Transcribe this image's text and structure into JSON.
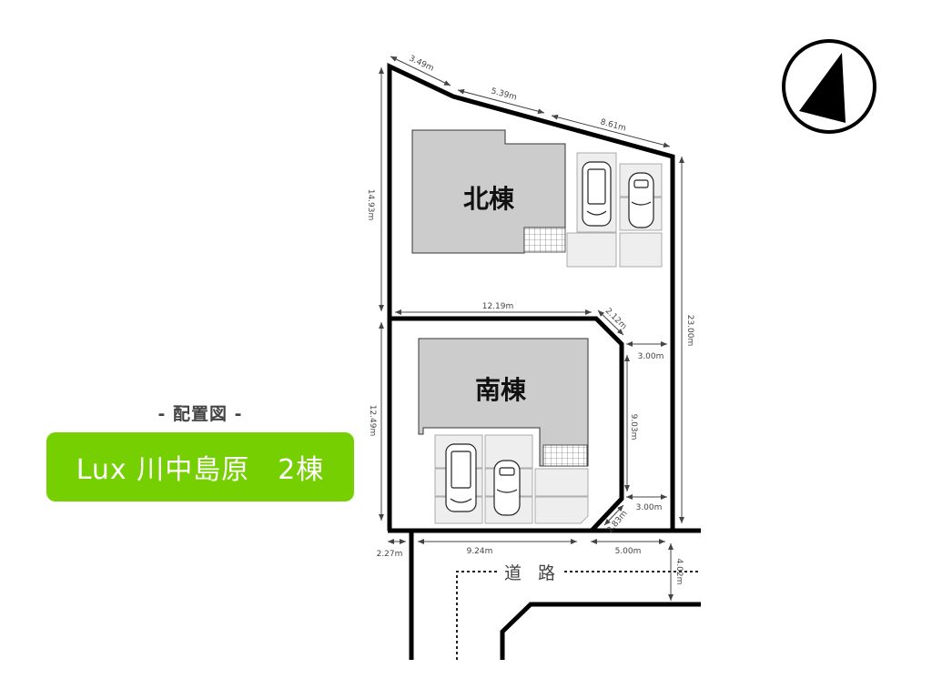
{
  "header": {
    "subtitle": "- 配置図 -",
    "title": "Lux 川中島原　2棟"
  },
  "buildings": {
    "north": "北棟",
    "south": "南棟"
  },
  "road_label": "道 路",
  "compass": "north-arrow-icon",
  "dimensions": {
    "top_left": "3.49m",
    "top_mid": "5.39m",
    "top_right": "8.61m",
    "north_left": "14.93m",
    "divider_width": "12.19m",
    "divider_chamfer": "2.12m",
    "right_total": "23.00m",
    "setback_top": "3.00m",
    "south_right": "9.03m",
    "setback_bottom": "3.00m",
    "south_left": "12.49m",
    "bottom_chamfer": "2.83m",
    "road_offset": "2.27m",
    "frontage": "9.24m",
    "frontage_right": "5.00m",
    "road_width": "4.02m"
  },
  "colors": {
    "accent": "#76cf00",
    "building": "#cccccc",
    "parking": "#eeeeee"
  }
}
